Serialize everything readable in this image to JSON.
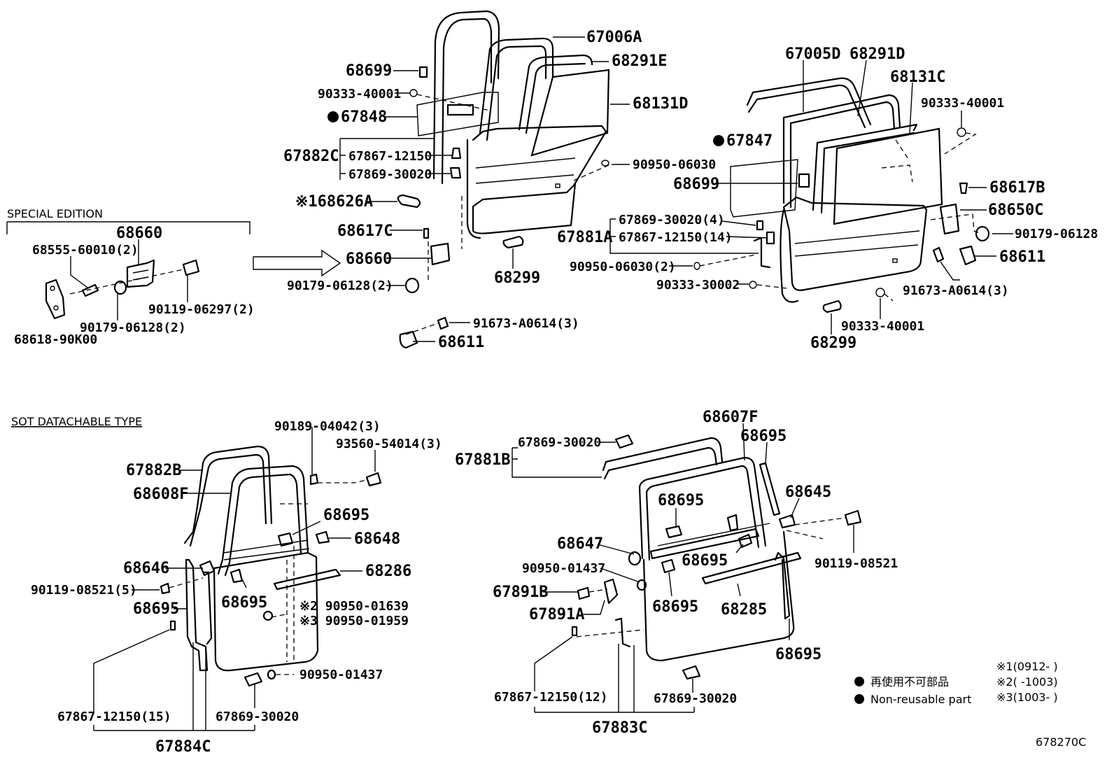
{
  "diagram": {
    "code": "678270C",
    "sections": {
      "special_edition": "SPECIAL EDITION",
      "detachable": "SOT DATACHABLE TYPE"
    },
    "legend": {
      "jp": "再使用不可部品",
      "en": "Non-reusable part",
      "note1": "※1(0912-   )",
      "note2": "※2(   -1003)",
      "note3": "※3(1003-   )"
    },
    "labels": {
      "l67006A": "67006A",
      "l68291E": "68291E",
      "l68699a": "68699",
      "l90333_40001a": "90333-40001",
      "l68131D": "68131D",
      "l67848": "67848",
      "l67882C": "67882C",
      "l67867_12150a": "67867-12150",
      "l67869_30020a": "67869-30020",
      "l90950_06030a": "90950-06030",
      "l68626A": "※168626A",
      "l68617C": "68617C",
      "l68660b": "68660",
      "l90179_06128a": "90179-06128(2)",
      "l68299a": "68299",
      "l91673a": "91673-A0614(3)",
      "l68611a": "68611",
      "l67005D": "67005D",
      "l68291D": "68291D",
      "l68131C": "68131C",
      "l90333_40001b": "90333-40001",
      "l67847": "67847",
      "l68699b": "68699",
      "l68617B": "68617B",
      "l68650C": "68650C",
      "l67869_30020_4": "67869-30020(4)",
      "l67881A": "67881A",
      "l67867_12150_14": "67867-12150(14)",
      "l90179_06128b": "90179-06128",
      "l68611b": "68611",
      "l90950_06030_2": "90950-06030(2)",
      "l90333_30002": "90333-30002",
      "l91673b": "91673-A0614(3)",
      "l90333_40001c": "90333-40001",
      "l68299b": "68299",
      "l68660a": "68660",
      "l68555": "68555-60010(2)",
      "l90119_06297": "90119-06297(2)",
      "l90179_06128c": "90179-06128(2)",
      "l68618": "68618-90K00",
      "l90189": "90189-04042(3)",
      "l93560": "93560-54014(3)",
      "l67882B": "67882B",
      "l68608F": "68608F",
      "l68695a": "68695",
      "l68648": "68648",
      "l68646": "68646",
      "l68286": "68286",
      "l90119_08521_5": "90119-08521(5)",
      "l68695b": "68695",
      "l90950_01639": "※2 90950-01639",
      "l68695c": "68695",
      "l90950_01959": "※3 90950-01959",
      "l90950_01437a": "90950-01437",
      "l67867_12150_15": "67867-12150(15)",
      "l67869_30020b": "67869-30020",
      "l67884C": "67884C",
      "l67869_30020c": "67869-30020",
      "l68607F": "68607F",
      "l67881B": "67881B",
      "l68695d": "68695",
      "l68695e": "68695",
      "l68645": "68645",
      "l68647": "68647",
      "l90950_01437b": "90950-01437",
      "l67891B": "67891B",
      "l67891A": "67891A",
      "l68695f": "68695",
      "l68695g": "68695",
      "l90119_08521": "90119-08521",
      "l68285": "68285",
      "l68695h": "68695",
      "l67867_12150_12": "67867-12150(12)",
      "l67869_30020d": "67869-30020",
      "l67883C": "67883C"
    }
  }
}
